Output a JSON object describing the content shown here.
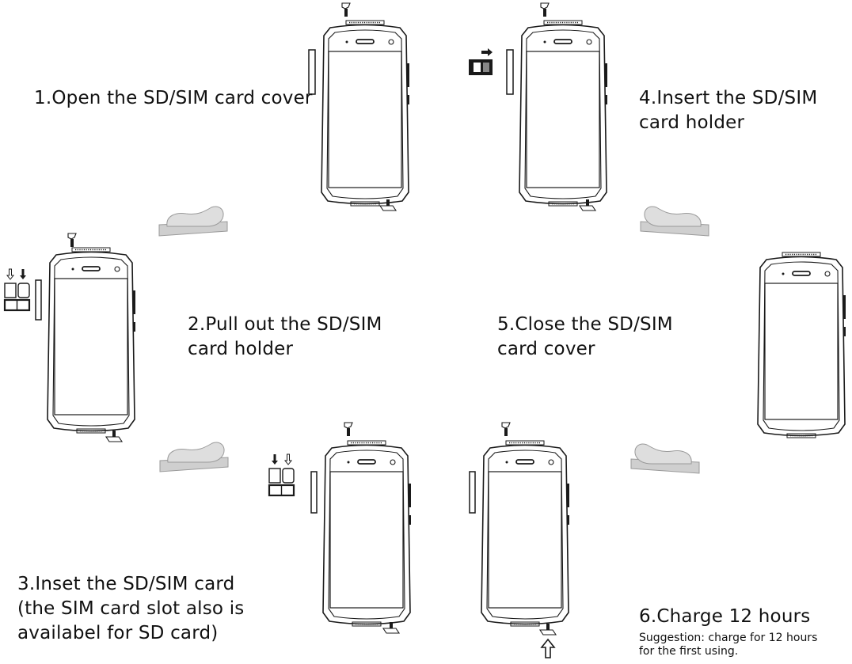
{
  "steps": {
    "s1": {
      "label": "1.Open the SD/SIM card cover"
    },
    "s2": {
      "label": "2.Pull out the SD/SIM\ncard holder"
    },
    "s3": {
      "label": "3.Inset the SD/SIM card\n(the SIM card slot also is\navailabel for SD card)"
    },
    "s4": {
      "label": "4.Insert the SD/SIM\ncard holder"
    },
    "s5": {
      "label": "5.Close the SD/SIM\ncard cover"
    },
    "s6": {
      "label": "6.Charge 12 hours",
      "note": "Suggestion: charge for 12 hours\nfor the first using."
    }
  },
  "colors": {
    "line": "#1a1a1a",
    "hand_fill": "#d9d9d9",
    "hand_stroke": "#9a9a9a"
  },
  "icons": {
    "phone": "rugged-phone-icon",
    "hand": "pointing-hand-icon",
    "card": "sd-sim-card-icon",
    "arrow": "insert-arrow-icon",
    "charge": "charge-up-arrow-icon"
  }
}
